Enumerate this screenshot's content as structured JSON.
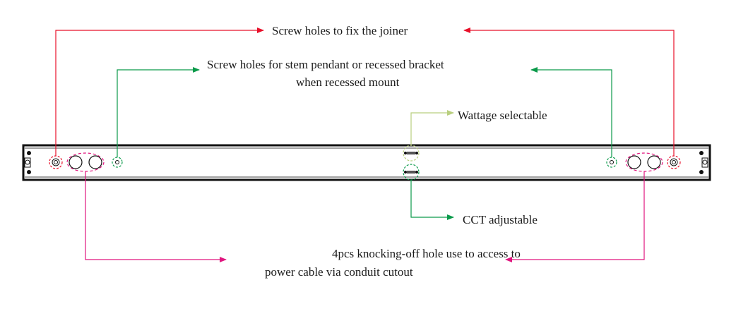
{
  "labels": {
    "joiner": "Screw holes to fix the joiner",
    "bracket_line1": "Screw holes for stem pendant or recessed bracket",
    "bracket_line2": "when recessed mount",
    "wattage": "Wattage selectable",
    "cct": "CCT adjustable",
    "knockout_line1": "4pcs knocking-off hole use to access to",
    "knockout_line2": "power cable via conduit cutout"
  },
  "colors": {
    "joiner": "#e8102a",
    "bracket": "#0a9a4a",
    "wattage": "#b9cf7f",
    "cct": "#0a9a4a",
    "knockout": "#e0167f",
    "body": "#111111"
  }
}
